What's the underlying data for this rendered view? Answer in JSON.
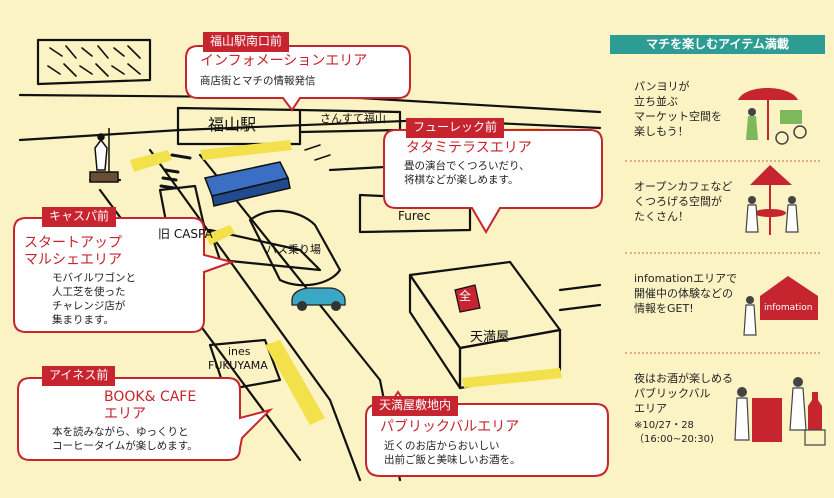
{
  "colors": {
    "accent": "#c6242e",
    "sidebar_title_bg": "#2d9c92",
    "yellow_marker": "#f2e14a",
    "background": "#fbf3c4",
    "bus": "#3b6fc4",
    "car": "#3aa7c4"
  },
  "map": {
    "station": "福山駅",
    "sansute": "さんすて福山",
    "casp": "旧 CASPA",
    "bus_terminal": "バス乗り場",
    "furec": "Furec",
    "tenmaya": "天満屋",
    "tenmaya_icon_char": "全",
    "ines_line1": "ines",
    "ines_line2": "FUKUYAMA"
  },
  "callouts": {
    "info": {
      "tag": "福山駅南口前",
      "title": "インフォメーションエリア",
      "text": "商店街とマチの情報発信"
    },
    "tatami": {
      "tag": "フューレック前",
      "title": "タタミテラスエリア",
      "lines": [
        "畳の演台でくつろいだり、",
        "将棋などが楽しめます。"
      ]
    },
    "startup": {
      "tag": "キャスパ前",
      "title_lines": [
        "スタートアップ",
        "マルシェエリア"
      ],
      "lines": [
        "モバイルワゴンと",
        "人工芝を使った",
        "チャレンジ店が",
        "集まります。"
      ]
    },
    "book": {
      "tag": "アイネス前",
      "title_lines": [
        "BOOK& CAFE",
        "エリア"
      ],
      "lines": [
        "本を読みながら、ゆっくりと",
        "コーヒータイムが楽しめます。"
      ]
    },
    "public": {
      "tag": "天満屋敷地内",
      "title": "パブリックバルエリア",
      "lines": [
        "近くのお店からおいしい",
        "出前ご飯と美味しいお酒を。"
      ]
    }
  },
  "sidebar": {
    "title": "マチを楽しむアイテム満載",
    "items": [
      {
        "lines": [
          "パンヨリが",
          "立ち並ぶ",
          "マーケット空間を",
          "楽しもう！"
        ],
        "icon": "market-stall-icon"
      },
      {
        "lines": [
          "オープンカフェなど",
          "くつろげる空間が",
          "たくさん！"
        ],
        "icon": "cafe-table-icon"
      },
      {
        "lines": [
          "infomationエリアで",
          "開催中の体験などの",
          "情報をGET!"
        ],
        "icon": "info-tent-icon",
        "icon_label": "infomation"
      },
      {
        "lines": [
          "夜はお酒が楽しめる",
          "パブリックバル",
          "エリア",
          "※10/27・28",
          "（16:00~20:30)"
        ],
        "icon": "bar-people-icon"
      }
    ]
  }
}
